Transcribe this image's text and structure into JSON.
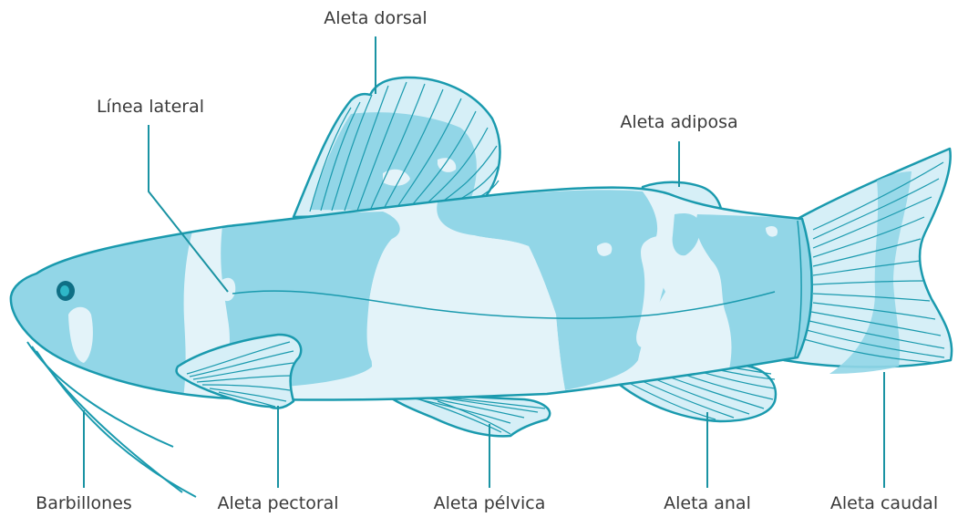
{
  "diagram": {
    "labels": {
      "dorsal_fin": "Aleta dorsal",
      "lateral_line": "Línea lateral",
      "adipose_fin": "Aleta adiposa",
      "barbels": "Barbillones",
      "pectoral_fin": "Aleta pectoral",
      "pelvic_fin": "Aleta pélvica",
      "anal_fin": "Aleta anal",
      "caudal_fin": "Aleta caudal"
    },
    "colors": {
      "outline": "#1a9aae",
      "body_light": "#e3f3f9",
      "body_dark": "#92d6e7",
      "fin_fill": "#d3eef6",
      "fin_ray": "#1a9aae",
      "leader": "#1a93a3",
      "eye": "#0f6f85",
      "text": "#3a3a3a"
    }
  }
}
